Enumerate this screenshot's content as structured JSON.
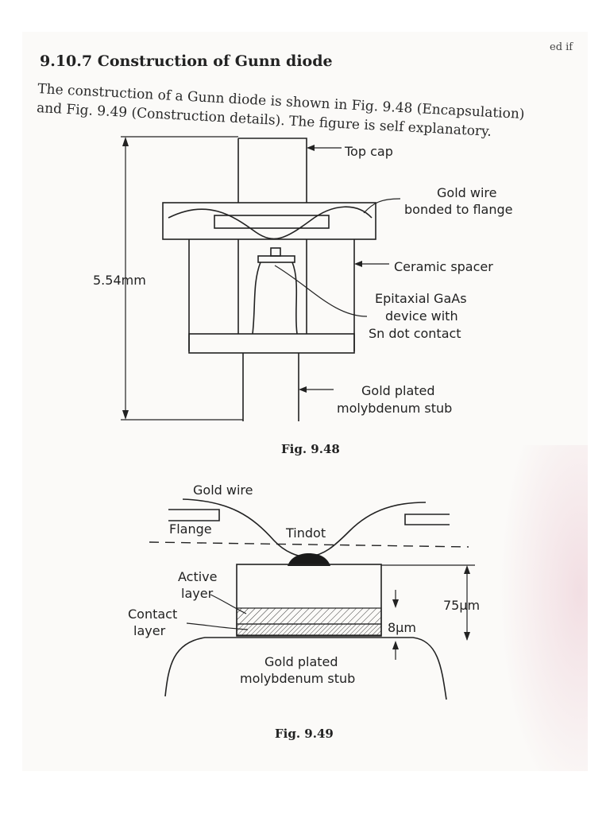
{
  "corner_text": "ed if",
  "section": {
    "heading": "9.10.7 Construction of Gunn diode",
    "paragraph_line1": "The construction of a Gunn diode is shown in Fig. 9.48 (Encapsulation)",
    "paragraph_line2": "and Fig. 9.49 (Construction details). The figure is self explanatory."
  },
  "fig948": {
    "caption": "Fig. 9.48",
    "dimension": "5.54mm",
    "labels": {
      "top_cap": "Top cap",
      "gold_wire_1": "Gold wire",
      "gold_wire_2": "bonded to flange",
      "ceramic": "Ceramic spacer",
      "epi_1": "Epitaxial GaAs",
      "epi_2": "device with",
      "epi_3": "Sn dot contact",
      "stub_1": "Gold plated",
      "stub_2": "molybdenum stub"
    }
  },
  "fig949": {
    "caption": "Fig. 9.49",
    "labels": {
      "gold_wire": "Gold wire",
      "flange": "Flange",
      "tindot": "Tindot",
      "active_1": "Active",
      "active_2": "layer",
      "contact_1": "Contact",
      "contact_2": "layer",
      "dim_75": "75μm",
      "dim_8": "8μm",
      "stub_1": "Gold plated",
      "stub_2": "molybdenum stub"
    }
  }
}
